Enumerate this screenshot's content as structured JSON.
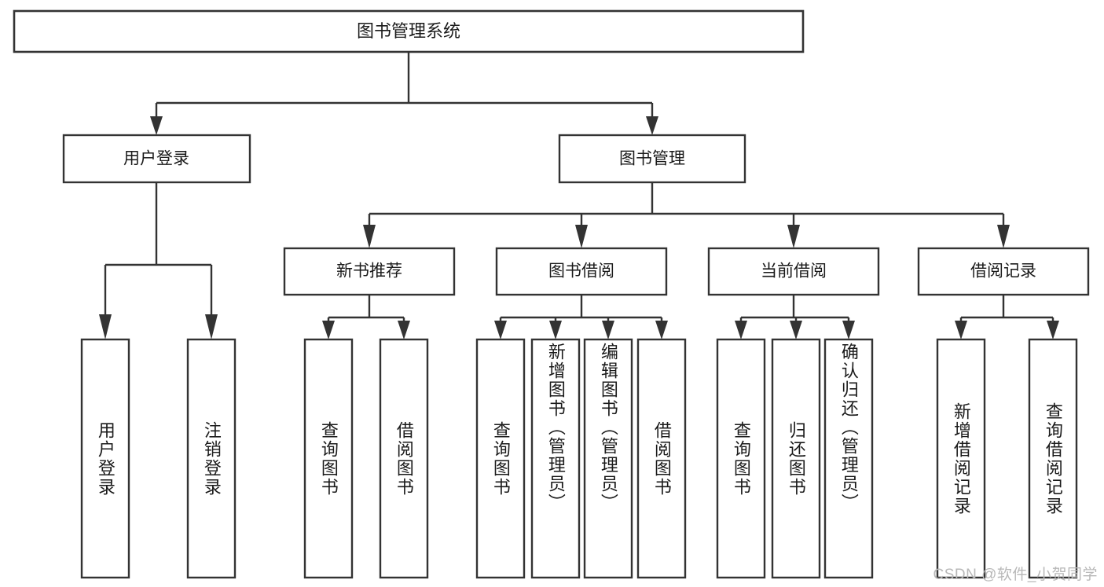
{
  "diagram": {
    "title": "图书管理系统",
    "type": "tree",
    "watermark": "CSDN @软件_小贺同学",
    "colors": {
      "stroke": "#333333",
      "fill": "#ffffff",
      "text": "#1a1a1a",
      "watermark": "#b8b8b8",
      "background": "#ffffff"
    },
    "root": {
      "label": "图书管理系统"
    },
    "level1": [
      {
        "label": "用户登录"
      },
      {
        "label": "图书管理"
      }
    ],
    "level2": [
      {
        "label": "新书推荐"
      },
      {
        "label": "图书借阅"
      },
      {
        "label": "当前借阅"
      },
      {
        "label": "借阅记录"
      }
    ],
    "leaves": {
      "user_login": [
        {
          "label": "用户登录"
        },
        {
          "label": "注销登录"
        }
      ],
      "new_book_recommend": [
        {
          "label": "查询图书"
        },
        {
          "label": "借阅图书"
        }
      ],
      "book_borrow": [
        {
          "label": "查询图书"
        },
        {
          "label": "新增图书（管理员）"
        },
        {
          "label": "编辑图书（管理员）"
        },
        {
          "label": "借阅图书"
        }
      ],
      "current_borrow": [
        {
          "label": "查询图书"
        },
        {
          "label": "归还图书"
        },
        {
          "label": "确认归还（管理员）"
        }
      ],
      "borrow_record": [
        {
          "label": "新增借阅记录"
        },
        {
          "label": "查询借阅记录"
        }
      ]
    }
  }
}
